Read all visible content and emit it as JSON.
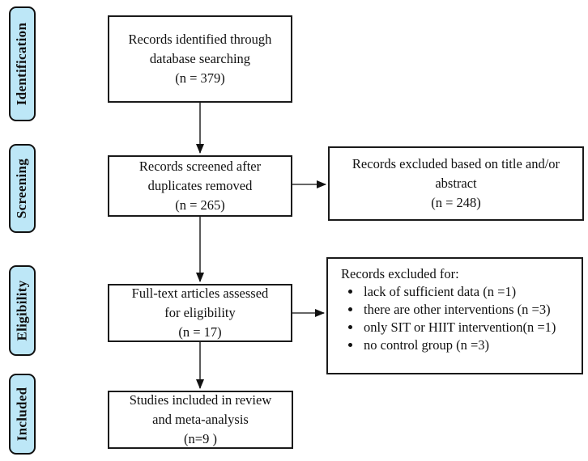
{
  "colors": {
    "stage_label_fill": "#bde7f7",
    "box_border": "#1a1a1a",
    "arrow": "#333333"
  },
  "stages": [
    {
      "label": "Identification"
    },
    {
      "label": "Screening"
    },
    {
      "label": "Eligibility"
    },
    {
      "label": "Included"
    }
  ],
  "boxes": {
    "identified": {
      "text": "Records identified through\ndatabase searching\n(n = 379)"
    },
    "screened": {
      "text": "Records screened after\nduplicates removed\n(n = 265)"
    },
    "excluded_title_abstract": {
      "text": "Records excluded based on title and/or\nabstract\n(n = 248)"
    },
    "fulltext": {
      "text": "Full-text articles assessed\nfor eligibility\n(n = 17)"
    },
    "excluded_fulltext": {
      "title": "Records excluded for:",
      "items": [
        "lack of sufficient data (n =1)",
        "there are other interventions (n =3)",
        "only SIT or HIIT intervention(n =1)",
        "no control group (n =3)"
      ]
    },
    "included": {
      "text": "Studies included in review\nand meta-analysis\n(n=9 )"
    }
  }
}
